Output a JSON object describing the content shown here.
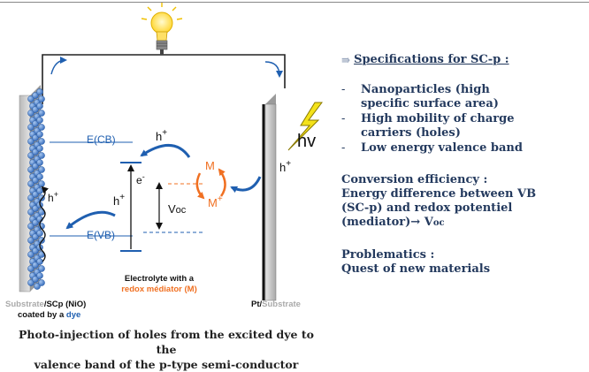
{
  "diagram": {
    "h_plus": "h",
    "sup_plus": "+",
    "ecb_label": "E(CB)",
    "evb_label": "E(VB)",
    "e_minus": "e",
    "sup_minus": "-",
    "voc_label": "V",
    "voc_sub": "oc",
    "m_label": "M",
    "mplus_label": "M",
    "hv_label": "hv",
    "electrolyte_line1": "Electrolyte with a",
    "electrolyte_line2": "redox médiator (M)",
    "substrate_word": "Substrate",
    "scp_word": "/SCp (NiO)",
    "coated_by": "coated by a ",
    "dye_word": "dye",
    "pt_word": "Pt/",
    "substrate2_word": "Substrate",
    "colors": {
      "blue": "#1f5fb0",
      "orange": "#f07022",
      "gray_text": "#aaaaaa",
      "bulb": "#ffe84d",
      "bolt": "#f4e21a"
    }
  },
  "caption": {
    "line1": "Photo-injection of holes from the excited dye to the",
    "line2": "valence band of the p-type semi-conductor"
  },
  "panel": {
    "arrow_icon": "⇛",
    "spec_title": "Specifications for SC-p :",
    "bullets": [
      {
        "dash": "-",
        "line1": "Nanoparticles (high",
        "line2": "specific surface area)"
      },
      {
        "dash": "-",
        "line1": "High mobility of charge",
        "line2": "carriers (holes)"
      },
      {
        "dash": "-",
        "line1": "Low energy valence band",
        "line2": ""
      }
    ],
    "conv_title": "Conversion efficiency :",
    "conv_lines": [
      "Energy difference between VB",
      "(SC-p) and redox potentiel",
      "(mediator)→ V"
    ],
    "conv_sub": "oc",
    "prob_title": "Problematics :",
    "prob_line": "Quest of new materials"
  }
}
